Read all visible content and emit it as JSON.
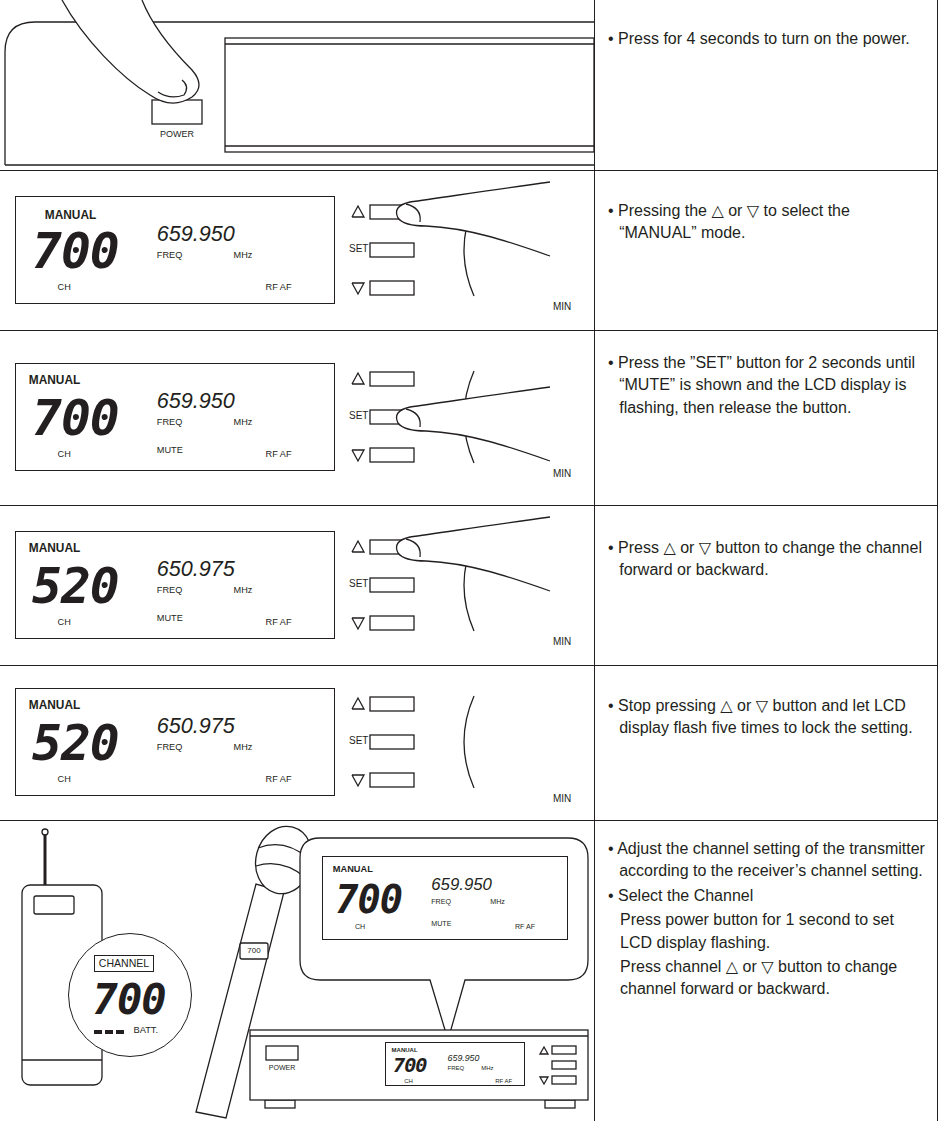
{
  "diagram": {
    "nodes": [
      {
        "text": [
          "MANUAL",
          "700",
          "659.950",
          "FREQ",
          "MHz",
          "CH",
          "RF AF"
        ]
      },
      {
        "text": [
          "MANUAL",
          "700",
          "659.950",
          "FREQ",
          "MHz",
          "CH",
          "MUTE",
          "RF AF"
        ]
      },
      {
        "text": [
          "MANUAL",
          "520",
          "650.975",
          "FREQ",
          "MHz",
          "CH",
          "MUTE",
          "RF AF"
        ]
      },
      {
        "text": [
          "MANUAL",
          "520",
          "650.975",
          "FREQ",
          "MHz",
          "CH",
          "RF AF"
        ]
      },
      {
        "text": [
          "CHANNEL",
          "700",
          "BATT."
        ]
      },
      {
        "text": [
          "MANUAL",
          "700",
          "659.950",
          "FREQ",
          "MHz",
          "CH",
          "MUTE",
          "RF AF"
        ]
      },
      {
        "text": [
          "MANUAL",
          "700",
          "659.950",
          "FREQ",
          "MHz",
          "CH",
          "RF AF"
        ]
      }
    ],
    "labels": [
      "POWER",
      "• Press for 4 seconds to turn on the power.",
      "SET",
      "MIN",
      "• Pressing the △ or ▽ to select the “MANUAL” mode.",
      "SET",
      "MIN",
      "• Press the ”SET” button for 2 seconds until “MUTE” is shown and the LCD display is flashing, then release the button.",
      "SET",
      "MIN",
      "• Press △ or ▽ button to change the channel forward or backward.",
      "SET",
      "MIN",
      "• Stop pressing △ or ▽ button and let LCD display flash five times to lock the setting.",
      "700",
      "POWER",
      "• Adjust the channel setting of the transmitter according to the receiver’s channel setting.",
      "• Select the Channel",
      "Press power button for 1 second to set LCD display flashing.",
      "Press channel △ or ▽ button to change channel forward or backward."
    ]
  }
}
